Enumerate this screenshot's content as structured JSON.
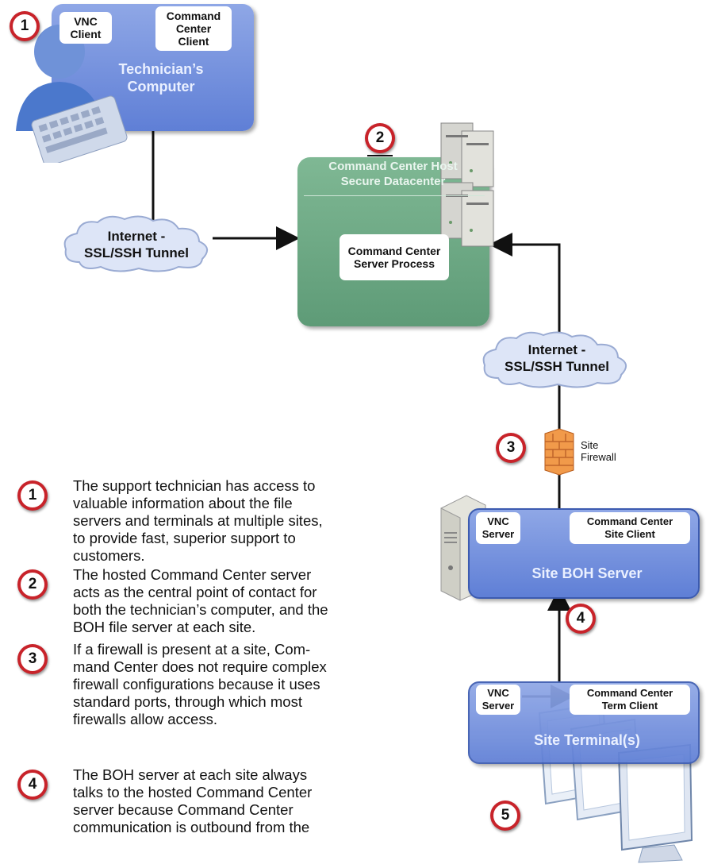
{
  "technician_box": {
    "title": "Technician’s\nComputer",
    "vnc_label": "VNC\nClient",
    "cc_label": "Command\nCenter\nClient"
  },
  "host_box": {
    "title": "Command Center Host\nSecure Datacenter",
    "process_label": "Command Center\nServer Process"
  },
  "cloud_left": {
    "label": "Internet -\nSSL/SSH Tunnel"
  },
  "cloud_right": {
    "label": "Internet -\nSSL/SSH Tunnel"
  },
  "firewall": {
    "label": "Site\nFirewall"
  },
  "boh_box": {
    "title": "Site BOH Server",
    "vnc_label": "VNC\nServer",
    "cc_label": "Command Center\nSite Client"
  },
  "terminal_box": {
    "title": "Site Terminal(s)",
    "vnc_label": "VNC\nServer",
    "cc_label": "Command Center\nTerm Client"
  },
  "markers": [
    "1",
    "2",
    "3",
    "4",
    "5"
  ],
  "descriptions": [
    {
      "number": "1",
      "text": "The support technician has access to valuable information about the file servers and terminals at multiple sites, to provide fast, superior support to customers."
    },
    {
      "number": "2",
      "text": "The hosted Command Center server acts as the central point of contact for both the technician’s computer, and the BOH file server at each site."
    },
    {
      "number": "3",
      "text": "If a firewall is present at a site, Com-mand Center does not require complex firewall configurations because it uses standard ports, through which most firewalls allow access."
    },
    {
      "number": "4",
      "text": "The BOH server at each site always talks to the hosted Command Center server because Command Center communication is outbound from the"
    }
  ],
  "colors": {
    "blue_box": "#6f8de0",
    "green_box": "#6aa582",
    "marker_ring": "#c8232a"
  }
}
